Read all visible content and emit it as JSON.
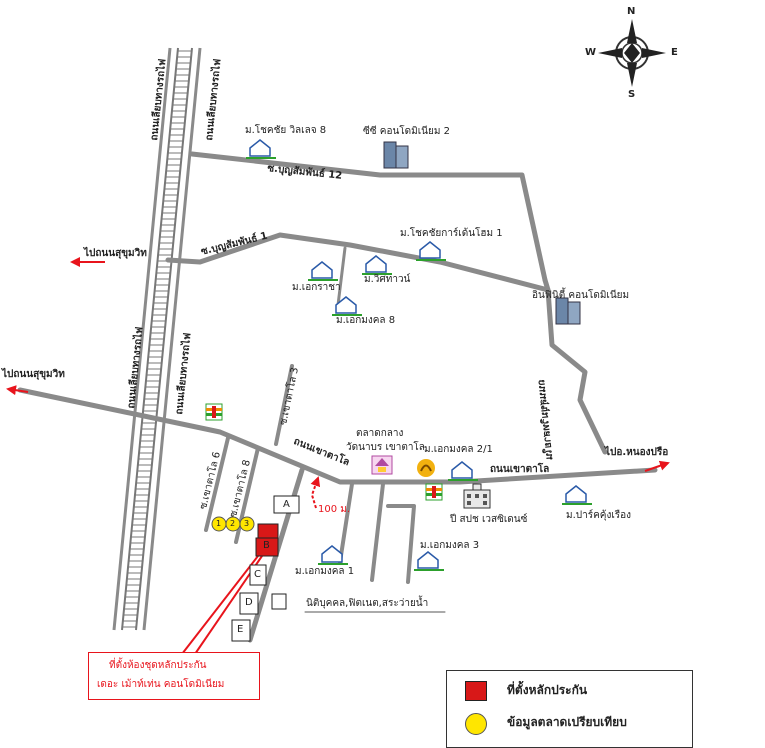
{
  "compass": {
    "n": "N",
    "s": "S",
    "e": "E",
    "w": "W"
  },
  "colors": {
    "road": "#8a8a8a",
    "rail": "#8a8a8a",
    "arrow": "#e8141c",
    "plot": "#d81818",
    "comparable": "#ffe600",
    "text": "#222222"
  },
  "roads": {
    "rail_road_1": "ถนนเลียบทางรถไฟ",
    "rail_road_2": "ถนนเลียบทางรถไฟ",
    "rail_road_3": "ถนนเลียบทางรถไฟ",
    "rail_road_4": "ถนนเลียบทางรถไฟ",
    "soi_boon_12": "ซ.บุญสัมพันธ์ 12",
    "soi_boon_1": "ซ.บุญสัมพันธ์ 1",
    "to_sukhumvit_1": "ไปถนนสุขุมวิท",
    "to_sukhumvit_2": "ไปถนนสุขุมวิท",
    "khao_talo_1": "ถนนเขาตาโล",
    "khao_talo_2": "ถนนเขาตาโล",
    "soi_khao_talo_3": "ซ.เขาตาโล 3",
    "soi_khao_talo_6": "ซ.เขาตาโล 6",
    "soi_khao_talo_8": "ซ.เขาตาโล 8",
    "sukhumvit_sai_nai": "ถนนสุขุมวิทสายใน",
    "to_nong_prue": "ไปอ.หนองปรือ"
  },
  "places": {
    "chokchai_8": "ม.โชคชัย วิลเลจ 8",
    "cc_condo_2": "ซีซี คอนโดมิเนียม 2",
    "chokchai_townhome_1": "ม.โชคชัยการ์เด้นโฮม 1",
    "ekarat": "ม.เอกราชา",
    "witthawan": "ม.วิศทาวน์",
    "ekmongkol_8": "ม.เอกมงคล 8",
    "infinity_condo": "อินฟินิตี้ คอนโดมิเนียม",
    "market": "ตลาดกลาง",
    "wat": "วัดนาบร เขาตาโล",
    "ekmongkol_2_1": "ม.เอกมงคล 2/1",
    "ekmongkol_1": "ม.เอกมงคล 1",
    "ekmongkol_3": "ม.เอกมงคล 3",
    "school": "ปี สปช เวสซิเดนซ์",
    "park_rung": "ม.ปาร์คคุ้งเรือง",
    "juristic": "นิติบุคคล,ฟิตเนต,สระว่ายน้ำ"
  },
  "distance": "100 ม.",
  "buildings": [
    "A",
    "B",
    "C",
    "D",
    "E"
  ],
  "comparables": [
    "1",
    "2",
    "3"
  ],
  "callout": {
    "line1": "ที่ตั้งห้องชุดหลักประกัน",
    "line2": "เดอะ เม้าท์เท่น คอนโดมิเนียม"
  },
  "legend": {
    "plot": "ที่ตั้งหลักประกัน",
    "comparable": "ข้อมูลตลาดเปรียบเทียบ"
  },
  "icons": {
    "house": "house-icon",
    "condo": "condo-building-icon",
    "seven_eleven": "seven-eleven-icon",
    "bank": "bank-icon",
    "temple": "temple-icon",
    "school_bldg": "school-building-icon",
    "compass": "compass-icon"
  }
}
